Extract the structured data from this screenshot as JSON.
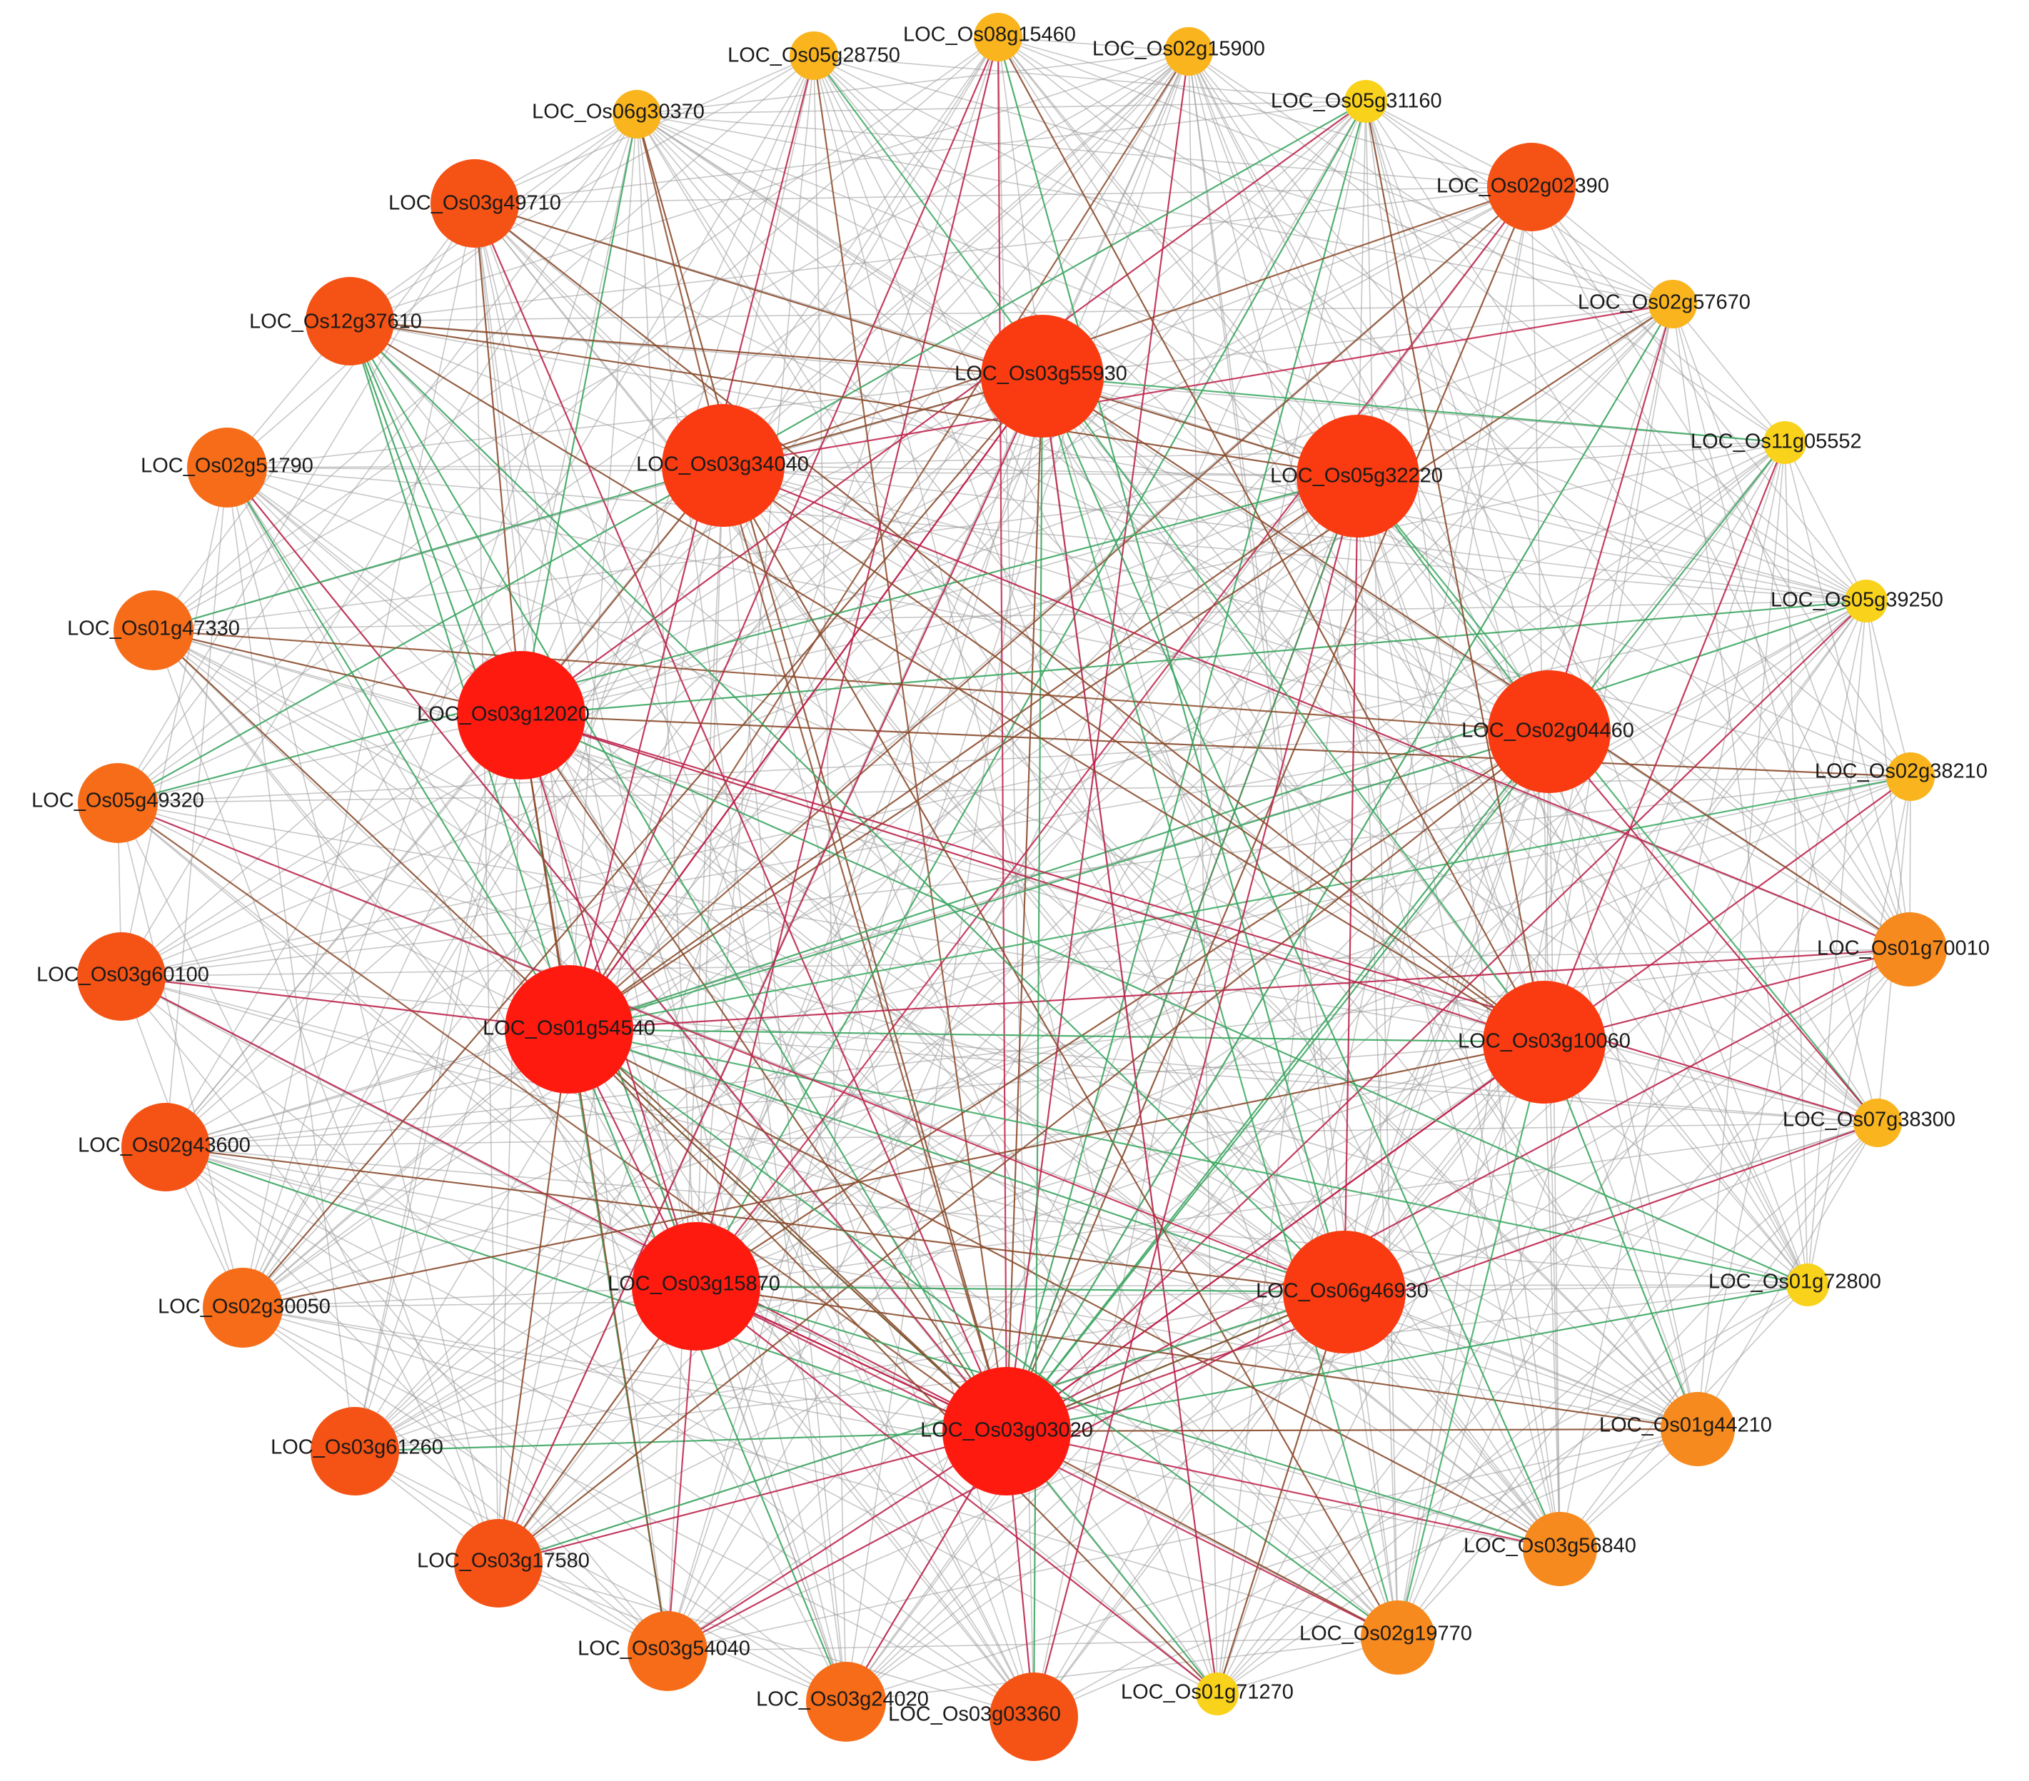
{
  "colors": {
    "edge_default": "#9a9a9a",
    "edge_green": "#3aa860",
    "edge_red": "#c0204a",
    "edge_brown": "#8b4a2a",
    "node_scale": [
      "#ff1a10",
      "#fa3a10",
      "#f55215",
      "#f66c18",
      "#f78a1e",
      "#f9b41e",
      "#f9d21c"
    ]
  },
  "nodes": [
    {
      "id": "LOC_Os08g15460",
      "label": "LOC_Os08g15460",
      "tier": 5
    },
    {
      "id": "LOC_Os02g15900",
      "label": "LOC_Os02g15900",
      "tier": 5
    },
    {
      "id": "LOC_Os05g31160",
      "label": "LOC_Os05g31160",
      "tier": 6
    },
    {
      "id": "LOC_Os02g02390",
      "label": "LOC_Os02g02390",
      "tier": 2
    },
    {
      "id": "LOC_Os02g57670",
      "label": "LOC_Os02g57670",
      "tier": 5
    },
    {
      "id": "LOC_Os11g05552",
      "label": "LOC_Os11g05552",
      "tier": 6
    },
    {
      "id": "LOC_Os05g39250",
      "label": "LOC_Os05g39250",
      "tier": 6
    },
    {
      "id": "LOC_Os02g38210",
      "label": "LOC_Os02g38210",
      "tier": 5
    },
    {
      "id": "LOC_Os01g70010",
      "label": "LOC_Os01g70010",
      "tier": 4
    },
    {
      "id": "LOC_Os07g38300",
      "label": "LOC_Os07g38300",
      "tier": 5
    },
    {
      "id": "LOC_Os01g72800",
      "label": "LOC_Os01g72800",
      "tier": 6
    },
    {
      "id": "LOC_Os01g44210",
      "label": "LOC_Os01g44210",
      "tier": 4
    },
    {
      "id": "LOC_Os03g56840",
      "label": "LOC_Os03g56840",
      "tier": 4
    },
    {
      "id": "LOC_Os02g19770",
      "label": "LOC_Os02g19770",
      "tier": 4
    },
    {
      "id": "LOC_Os01g71270",
      "label": "LOC_Os01g71270",
      "tier": 6
    },
    {
      "id": "LOC_Os03g03360",
      "label": "LOC_Os03g03360",
      "tier": 2
    },
    {
      "id": "LOC_Os03g24020",
      "label": "LOC_Os03g24020",
      "tier": 3
    },
    {
      "id": "LOC_Os03g54040",
      "label": "LOC_Os03g54040",
      "tier": 3
    },
    {
      "id": "LOC_Os03g17580",
      "label": "LOC_Os03g17580",
      "tier": 2
    },
    {
      "id": "LOC_Os03g61260",
      "label": "LOC_Os03g61260",
      "tier": 2
    },
    {
      "id": "LOC_Os02g30050",
      "label": "LOC_Os02g30050",
      "tier": 3
    },
    {
      "id": "LOC_Os02g43600",
      "label": "LOC_Os02g43600",
      "tier": 2
    },
    {
      "id": "LOC_Os03g60100",
      "label": "LOC_Os03g60100",
      "tier": 2
    },
    {
      "id": "LOC_Os05g49320",
      "label": "LOC_Os05g49320",
      "tier": 3
    },
    {
      "id": "LOC_Os01g47330",
      "label": "LOC_Os01g47330",
      "tier": 3
    },
    {
      "id": "LOC_Os02g51790",
      "label": "LOC_Os02g51790",
      "tier": 3
    },
    {
      "id": "LOC_Os12g37610",
      "label": "LOC_Os12g37610",
      "tier": 2
    },
    {
      "id": "LOC_Os03g49710",
      "label": "LOC_Os03g49710",
      "tier": 2
    },
    {
      "id": "LOC_Os06g30370",
      "label": "LOC_Os06g30370",
      "tier": 5
    },
    {
      "id": "LOC_Os05g28750",
      "label": "LOC_Os05g28750",
      "tier": 5
    },
    {
      "id": "LOC_Os03g55930",
      "label": "LOC_Os03g55930",
      "tier": 1
    },
    {
      "id": "LOC_Os05g32220",
      "label": "LOC_Os05g32220",
      "tier": 1
    },
    {
      "id": "LOC_Os03g34040",
      "label": "LOC_Os03g34040",
      "tier": 1
    },
    {
      "id": "LOC_Os03g12020",
      "label": "LOC_Os03g12020",
      "tier": 0
    },
    {
      "id": "LOC_Os02g04460",
      "label": "LOC_Os02g04460",
      "tier": 1
    },
    {
      "id": "LOC_Os01g54540",
      "label": "LOC_Os01g54540",
      "tier": 0
    },
    {
      "id": "LOC_Os03g10060",
      "label": "LOC_Os03g10060",
      "tier": 1
    },
    {
      "id": "LOC_Os03g15870",
      "label": "LOC_Os03g15870",
      "tier": 0
    },
    {
      "id": "LOC_Os06g46930",
      "label": "LOC_Os06g46930",
      "tier": 1
    },
    {
      "id": "LOC_Os03g03020",
      "label": "LOC_Os03g03020",
      "tier": 0
    }
  ],
  "hubs": [
    "LOC_Os03g03020",
    "LOC_Os03g15870",
    "LOC_Os01g54540",
    "LOC_Os03g12020",
    "LOC_Os03g34040",
    "LOC_Os03g55930",
    "LOC_Os05g32220",
    "LOC_Os02g04460",
    "LOC_Os03g10060",
    "LOC_Os06g46930"
  ]
}
